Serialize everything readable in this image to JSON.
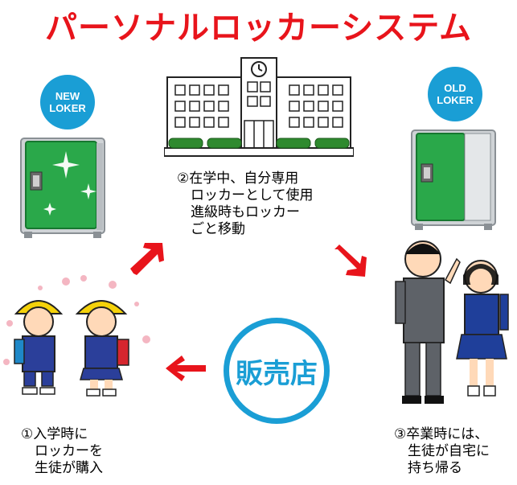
{
  "title": "パーソナルロッカーシステム",
  "badges": {
    "new": [
      "NEW",
      "LOKER"
    ],
    "old": [
      "OLD",
      "LOKER"
    ]
  },
  "steps": {
    "step2": "②在学中、自分専用\n　ロッカーとして使用\n　進級時もロッカー\n　ごと移動",
    "step1": "①入学時に\n　ロッカーを\n　生徒が購入",
    "step3": "③卒業時には、\n　生徒が自宅に\n　持ち帰る"
  },
  "center": "販売店",
  "colors": {
    "accent": "#e8141b",
    "blue": "#1a9ed5",
    "locker": "#2aa84a"
  }
}
